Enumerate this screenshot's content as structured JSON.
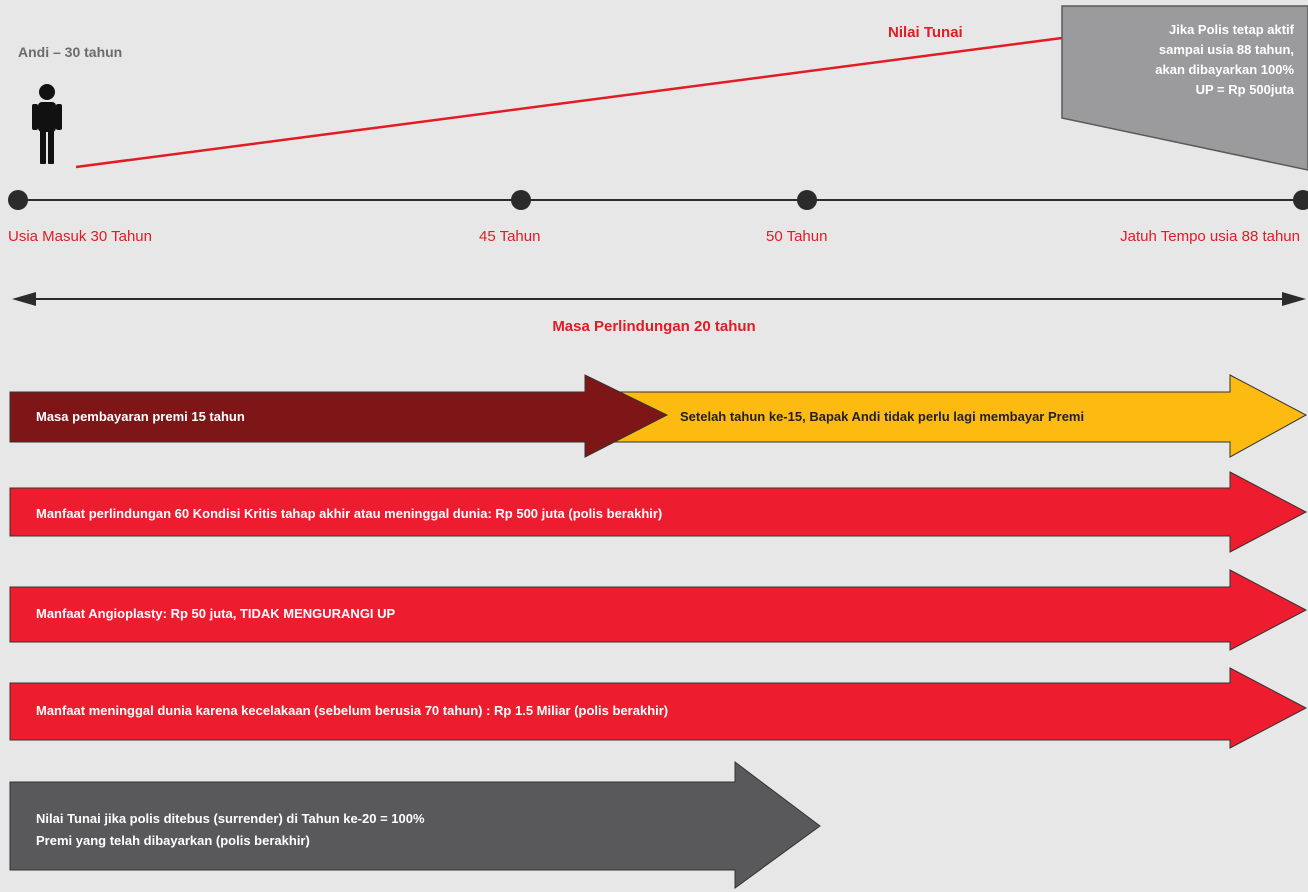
{
  "person": {
    "label": "Andi – 30 tahun"
  },
  "cash_value_label": "Nilai Tunai",
  "callout": {
    "lines": [
      "Jika Polis tetap aktif",
      "sampai usia 88 tahun,",
      "akan dibayarkan 100%",
      "UP = Rp 500juta"
    ]
  },
  "timeline": {
    "ticks": [
      {
        "label": "Usia Masuk 30 Tahun"
      },
      {
        "label": "45 Tahun"
      },
      {
        "label": "50 Tahun"
      },
      {
        "label": "Jatuh Tempo usia 88 tahun"
      }
    ]
  },
  "protection_period": {
    "label": "Masa Perlindungan 20 tahun"
  },
  "bars": {
    "premium_payment": "Masa pembayaran premi 15 tahun",
    "after_payment": "Setelah tahun ke-15, Bapak Andi tidak perlu lagi membayar Premi",
    "critical_illness": "Manfaat perlindungan 60 Kondisi Kritis tahap akhir atau meninggal dunia: Rp 500 juta (polis berakhir)",
    "angioplasty": "Manfaat Angioplasty: Rp 50 juta, TIDAK MENGURANGI UP",
    "accidental_death": "Manfaat meninggal dunia karena kecelakaan (sebelum berusia 70 tahun) : Rp 1.5 Miliar (polis berakhir)",
    "surrender": {
      "line1": "Nilai Tunai jika polis ditebus (surrender) di Tahun ke-20 = 100%",
      "line2": "Premi yang telah dibayarkan (polis berakhir)"
    }
  },
  "colors": {
    "background": "#e7e7e8",
    "accent_red": "#ed1c2e",
    "dark_red": "#7e1618",
    "yellow": "#fdbb12",
    "gray_callout": "#9b9b9d",
    "dark_gray": "#59595b"
  }
}
